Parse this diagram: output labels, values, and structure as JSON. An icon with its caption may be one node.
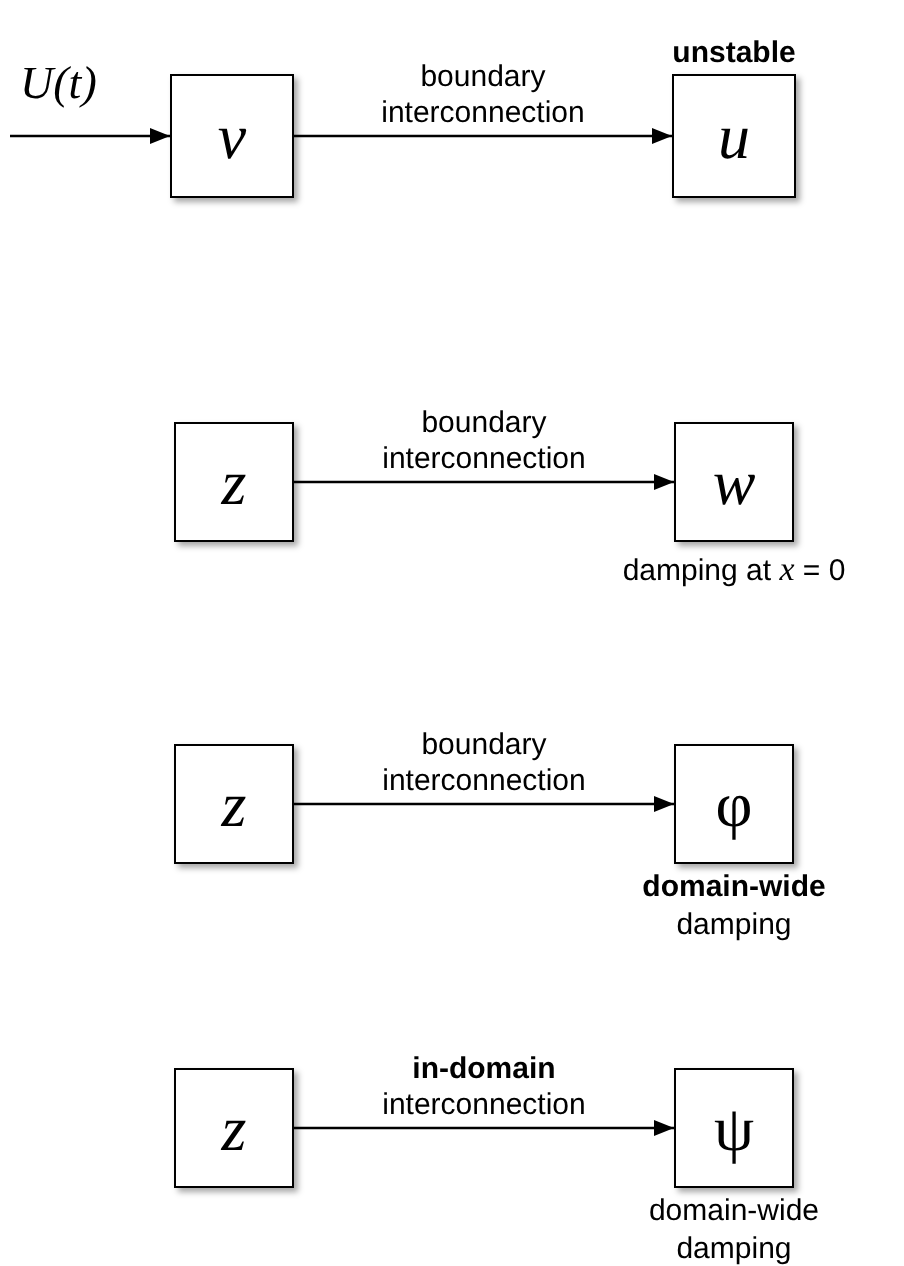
{
  "diagram": {
    "nodes": [
      {
        "text": [
          "*v*"
        ]
      },
      {
        "text": [
          "unstable",
          "*u*"
        ]
      },
      {
        "text": [
          "*z*"
        ]
      },
      {
        "text": [
          "*w*"
        ],
        "beside": [
          "damping at *x* = 0"
        ]
      },
      {
        "text": [
          "*z*"
        ]
      },
      {
        "text": [
          "φ"
        ],
        "beside": [
          "**domain-wide** damping"
        ]
      },
      {
        "text": [
          "*z*"
        ]
      },
      {
        "text": [
          "ψ"
        ],
        "beside": [
          "domain-wide damping"
        ]
      }
    ],
    "edges": [
      {
        "from": null,
        "to": 0,
        "arrow": "to",
        "label": "*U*(*t*)"
      },
      {
        "from": 0,
        "to": 1,
        "arrow": "to",
        "label": "boundary interconnection"
      },
      {
        "from": 2,
        "to": 3,
        "arrow": "to",
        "label": "boundary interconnection"
      },
      {
        "from": 4,
        "to": 5,
        "arrow": "to",
        "label": "boundary interconnection"
      },
      {
        "from": 6,
        "to": 7,
        "arrow": "to",
        "label": "**in-domain** interconnection"
      }
    ]
  }
}
